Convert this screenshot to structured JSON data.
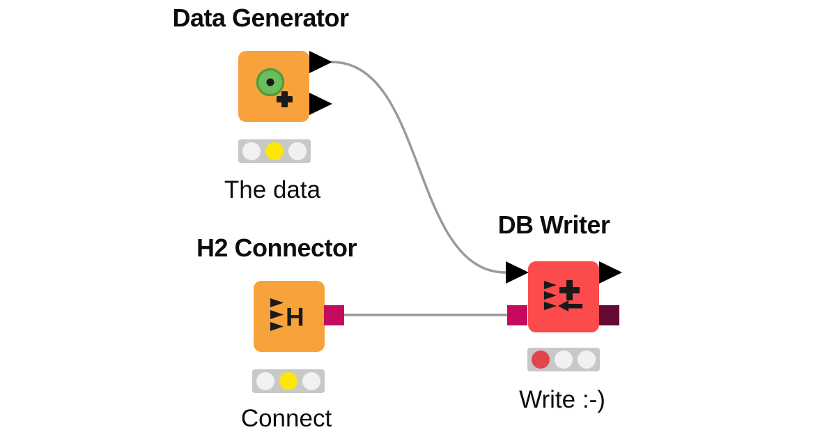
{
  "colors": {
    "node_orange": "#f8a23c",
    "node_red": "#fb4b4d",
    "port_black": "#000000",
    "port_magenta": "#c60a5e",
    "port_maroon": "#650a33",
    "wire_gray": "#9a9a9a",
    "traffic_bg": "#c8c8c8",
    "light_off": "#f1f1f1",
    "light_yellow": "#fbe70a",
    "light_red": "#df474b",
    "icon_green": "#6dbe5b",
    "icon_green_dark": "#4f9c40"
  },
  "workflow": {
    "nodes": [
      {
        "id": "data_generator",
        "title": "Data Generator",
        "label": "The data",
        "icon": "data-generator-icon",
        "lights": [
          "off",
          "yellow",
          "off"
        ]
      },
      {
        "id": "h2_connector",
        "title": "H2 Connector",
        "label": "Connect",
        "icon": "h2-database-icon",
        "lights": [
          "off",
          "yellow",
          "off"
        ]
      },
      {
        "id": "db_writer",
        "title": "DB Writer",
        "label": "Write :-)",
        "icon": "db-writer-icon",
        "lights": [
          "red",
          "off",
          "off"
        ]
      }
    ],
    "connections": [
      {
        "from": "Data Generator",
        "from_port": "data output 1",
        "to": "DB Writer",
        "to_port": "data input"
      },
      {
        "from": "H2 Connector",
        "from_port": "db connection output",
        "to": "DB Writer",
        "to_port": "db connection input"
      }
    ]
  }
}
